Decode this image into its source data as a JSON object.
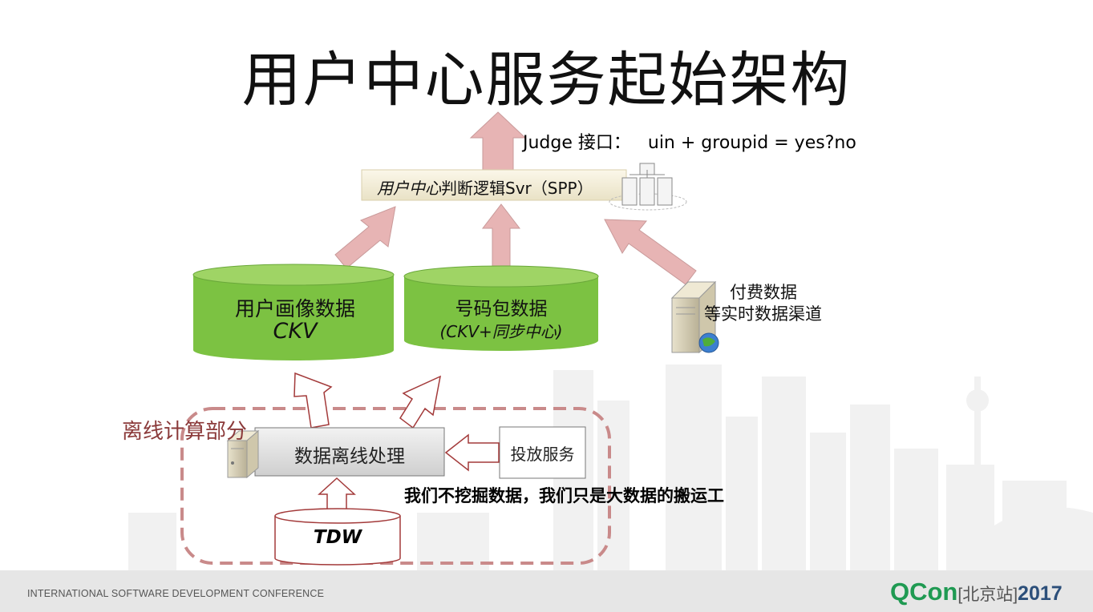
{
  "title": "用户中心服务起始架构",
  "judge_interface": "Judge 接口：   uin + groupid = yes?no",
  "logic_svr": {
    "italic_part": "用户中心",
    "rest_part": "判断逻辑Svr（SPP）"
  },
  "portrait_db": {
    "line1": "用户画像数据",
    "line2": "CKV"
  },
  "number_pack_db": {
    "line1": "号码包数据",
    "line2": "(CKV+同步中心)"
  },
  "paid_data": {
    "line1": "付费数据",
    "line2": "等实时数据渠道"
  },
  "offline_section_label": "离线计算部分",
  "offline_processing": "数据离线处理",
  "delivery_service": "投放服务",
  "slogan": "我们不挖掘数据，我们只是大数据的搬运工",
  "tdw": "TDW",
  "footer": {
    "conference": "INTERNATIONAL SOFTWARE DEVELOPMENT CONFERENCE",
    "brand": "QCon",
    "site": "[北京站]",
    "year": "2017"
  },
  "colors": {
    "cylinder_green": "#7cc242",
    "arrow_pink": "#e7b4b4",
    "dashed_border": "#c98a8a",
    "tdw_border": "#a33a3a",
    "footer_bar": "#e6e6e6"
  },
  "icons": [
    "server-icon",
    "server-globe-icon",
    "server-cluster-icon",
    "skyline-background"
  ]
}
